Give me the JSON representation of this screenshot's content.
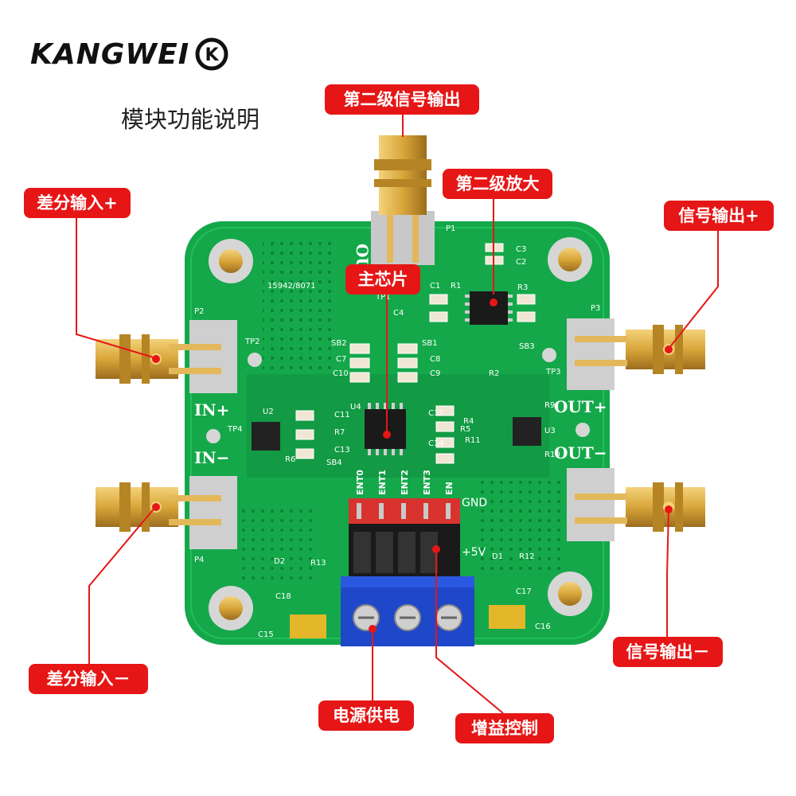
{
  "brand": {
    "name": "KANGWEI",
    "logo_letters": "K"
  },
  "subtitle": "模块功能说明",
  "callouts": {
    "second_stage_output": "第二级信号输出",
    "second_stage_amp": "第二级放大",
    "diff_input_plus": "差分输入+",
    "signal_output_plus": "信号输出+",
    "main_chip": "主芯片",
    "diff_input_minus": "差分输入－",
    "signal_output_minus": "信号输出－",
    "power_supply": "电源供电",
    "gain_control": "增益控制"
  },
  "board": {
    "silkscreen": {
      "out_top": "OUT",
      "serial": "15942/8071",
      "in_plus": "IN+",
      "in_minus": "IN−",
      "out_plus": "OUT+",
      "out_minus": "OUT−",
      "gnd": "GND",
      "v5": "+5V",
      "p1": "P1",
      "p2": "P2",
      "p3": "P3",
      "p4": "P4",
      "u2": "U2",
      "u3": "U3",
      "u4": "U4",
      "tp1": "TP1",
      "tp2": "TP2",
      "tp3": "TP3",
      "tp4": "TP4",
      "sb1": "SB1",
      "sb2": "SB2",
      "sb3": "SB3",
      "sb4": "SB4",
      "c1": "C1",
      "c2": "C2",
      "c3": "C3",
      "c4": "C4",
      "c7": "C7",
      "c8": "C8",
      "c9": "C9",
      "c10": "C10",
      "c11": "C11",
      "c12": "C12",
      "c13": "C13",
      "c14": "C14",
      "c15": "C15",
      "c16": "C16",
      "c17": "C17",
      "c18": "C18",
      "r1": "R1",
      "r2": "R2",
      "r3": "R3",
      "r4": "R4",
      "r5": "R5",
      "r6": "R6",
      "r7": "R7",
      "r9": "R9",
      "r10": "R10",
      "r11": "R11",
      "r12": "R12",
      "r13": "R13",
      "d1": "D1",
      "d2": "D2",
      "ent0": "ENT0",
      "ent1": "ENT1",
      "ent2": "ENT2",
      "ent3": "ENT3",
      "en": "EN"
    }
  },
  "colors": {
    "pcb": "#14a84a",
    "pcb_dark": "#0e8a3c",
    "gold": "#d9a63a",
    "callout_red": "#e61616",
    "terminal_blue": "#1f47c9",
    "header_red": "#d8332e"
  }
}
